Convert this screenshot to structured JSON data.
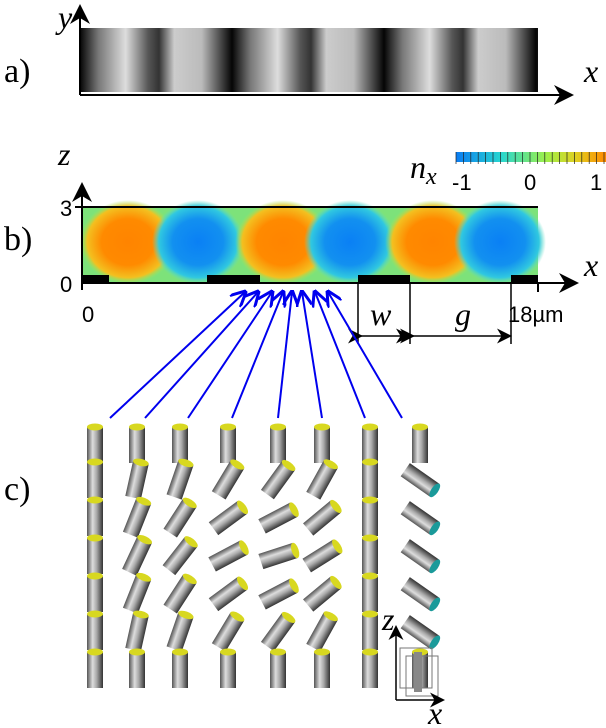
{
  "panels": {
    "a": "a)",
    "b": "b)",
    "c": "c)"
  },
  "panel_a": {
    "x_axis": "x",
    "y_axis": "y"
  },
  "panel_b": {
    "x_axis": "x",
    "z_axis": "z",
    "z_ticks": [
      "3",
      "0"
    ],
    "x_ticks": [
      "0",
      "18µm"
    ],
    "electrode_width": "w",
    "gap": "g",
    "colorbar": {
      "label": "n",
      "label_sub": "x",
      "ticks": [
        "-1",
        "0",
        "1"
      ],
      "colors": [
        "#0a7cf2",
        "#27d6d0",
        "#9ef04a",
        "#ff8a00"
      ]
    }
  },
  "panel_c": {
    "axes": {
      "z": "z",
      "x": "x"
    },
    "columns": 8,
    "rows": 7
  }
}
